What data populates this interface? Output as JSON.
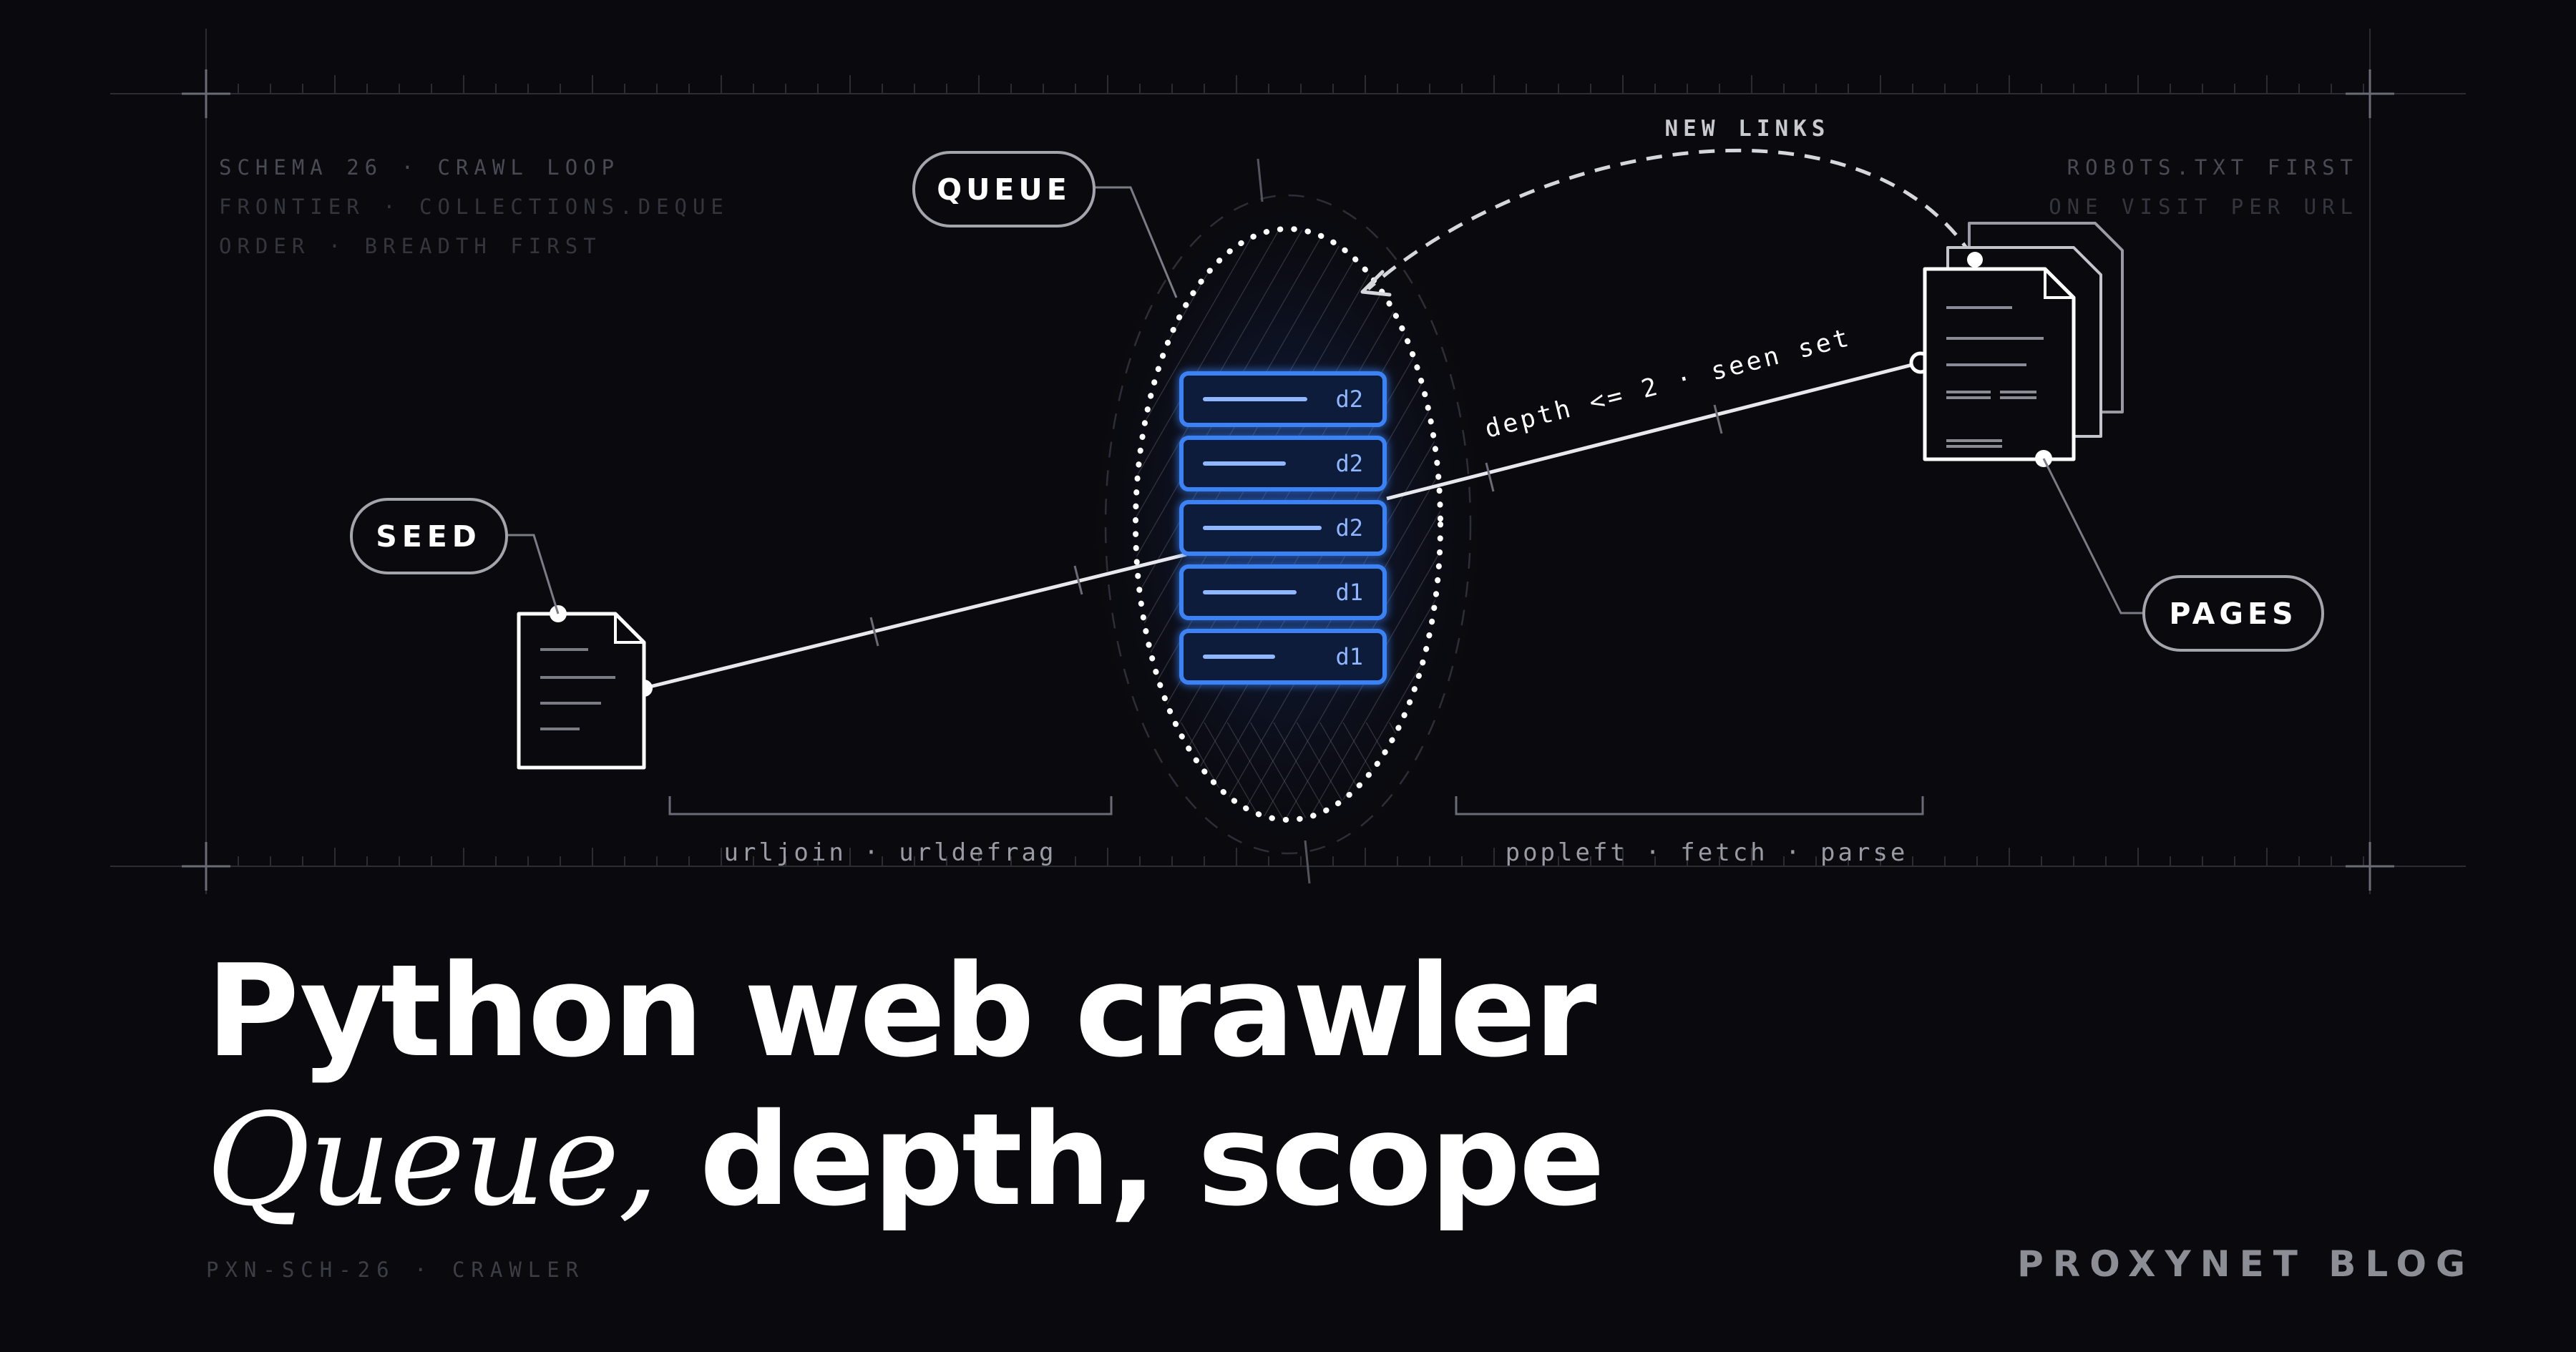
{
  "meta_top_left": [
    "SCHEMA 26 · CRAWL LOOP",
    "FRONTIER · COLLECTIONS.DEQUE",
    "ORDER · BREADTH FIRST"
  ],
  "meta_top_right": [
    "ROBOTS.TXT FIRST",
    "ONE VISIT PER URL"
  ],
  "nodes": {
    "seed": "SEED",
    "queue": "QUEUE",
    "pages": "PAGES"
  },
  "queue_items": [
    "d2",
    "d2",
    "d2",
    "d1",
    "d1"
  ],
  "edge_labels": {
    "new_links": "NEW LINKS",
    "depth": "depth <= 2 · seen set"
  },
  "bracket_labels": {
    "left": "urljoin · urldefrag",
    "right": "popleft · fetch · parse"
  },
  "headline": {
    "line1": "Python web crawler",
    "line2_italic": "Queue,",
    "line2_rest": " depth, scope"
  },
  "footer": {
    "code": "PXN-SCH-26 · CRAWLER",
    "brand": "PROXYNET BLOG"
  },
  "colors": {
    "background": "#0a0a0e",
    "accent_blue": "#3b82f6",
    "queue_text": "#8fb6ff",
    "line": "#e8e8ee",
    "meta_text": "#4a4a54"
  }
}
